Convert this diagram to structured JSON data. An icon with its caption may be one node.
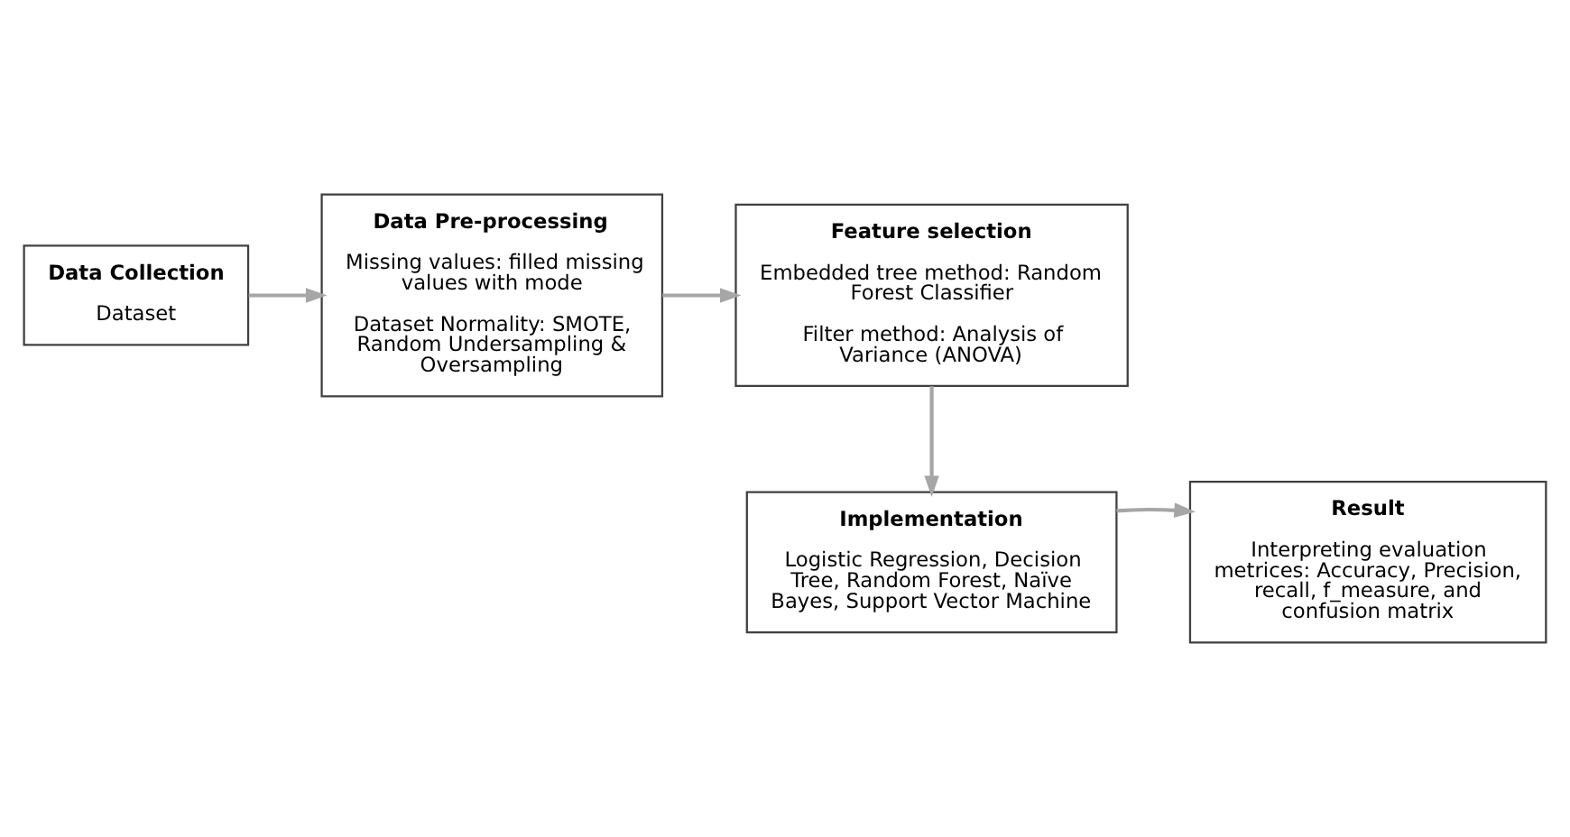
{
  "diagram": {
    "nodes": [
      {
        "text": [
          "Data Collection",
          "Dataset"
        ]
      },
      {
        "text": [
          "Data Pre-processing",
          "Missing values: filled missing values with mode",
          "Dataset Normality: SMOTE, Random Undersampling & Oversampling"
        ]
      },
      {
        "text": [
          "Feature selection",
          "Embedded tree method: Random Forest Classifier",
          "Filter method: Analysis of Variance (ANOVA)"
        ]
      },
      {
        "text": [
          "Implementation",
          "Logistic Regression, Decision Tree, Random Forest, Naïve Bayes, Support Vector Machine"
        ]
      },
      {
        "text": [
          "Result",
          "Interpreting evaluation metrices: Accuracy, Precision, recall, f_measure, and confusion matrix"
        ]
      }
    ],
    "edges": [
      {
        "from": 0,
        "to": 1,
        "arrow": "to"
      },
      {
        "from": 1,
        "to": 2,
        "arrow": "to"
      },
      {
        "from": 2,
        "to": 3,
        "arrow": "to"
      },
      {
        "from": 3,
        "to": 4,
        "arrow": "to"
      }
    ]
  }
}
